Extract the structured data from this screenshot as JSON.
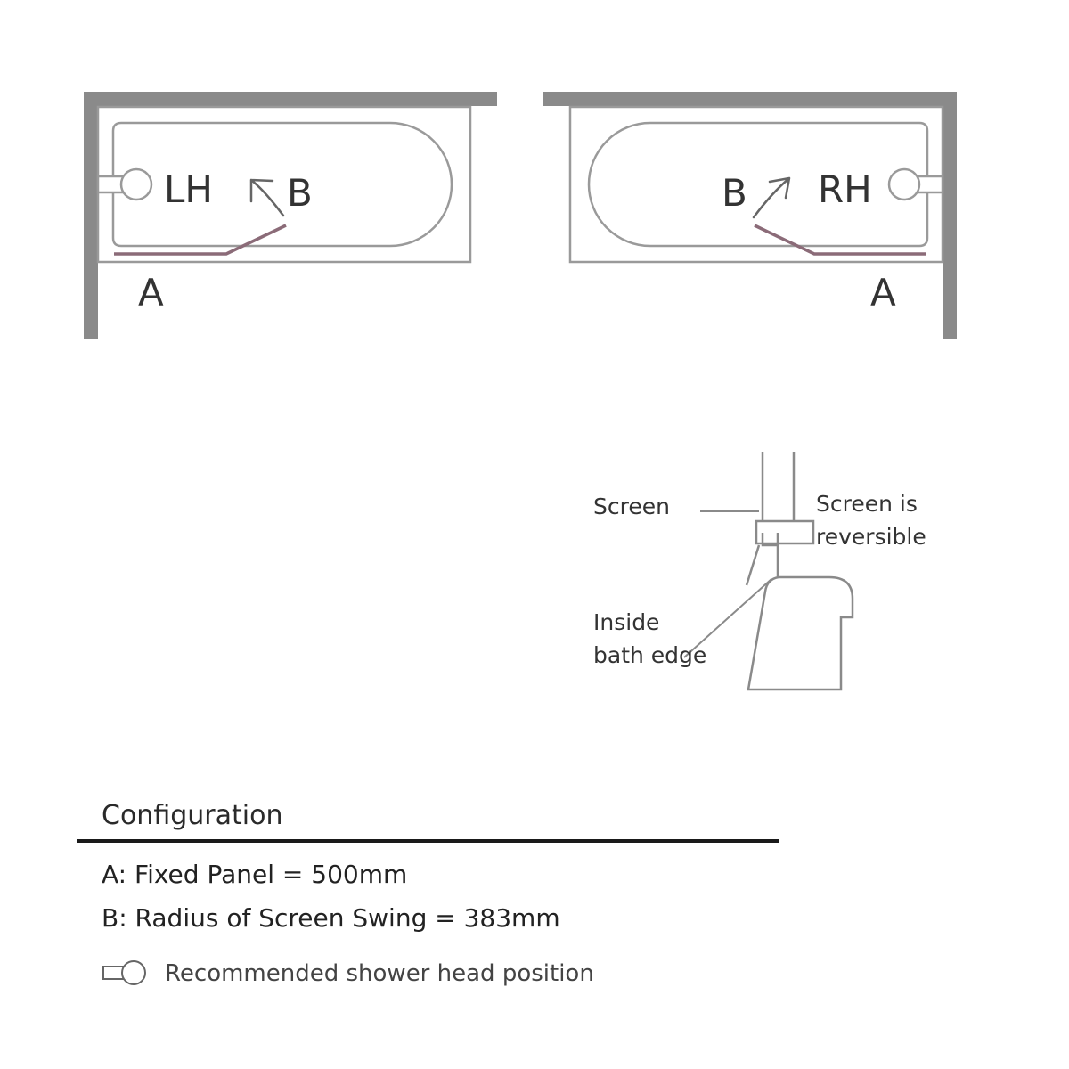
{
  "colors": {
    "wall": "#8a8a8a",
    "outline": "#9a9a9a",
    "screen": "#8b6b78",
    "text": "#333333"
  },
  "left_plan": {
    "hand_label": "LH",
    "swing_label": "B",
    "panel_label": "A"
  },
  "right_plan": {
    "hand_label": "RH",
    "swing_label": "B",
    "panel_label": "A"
  },
  "section": {
    "screen_label": "Screen",
    "reversible_line1": "Screen is",
    "reversible_line2": "reversible",
    "inside_line1": "Inside",
    "inside_line2": "bath edge"
  },
  "configuration": {
    "heading": "Configuration",
    "line_a": "A: Fixed  Panel = 500mm",
    "line_b": "B: Radius of Screen Swing = 383mm",
    "legend": "Recommended shower head position",
    "legend_icon": "shower-head-icon"
  }
}
